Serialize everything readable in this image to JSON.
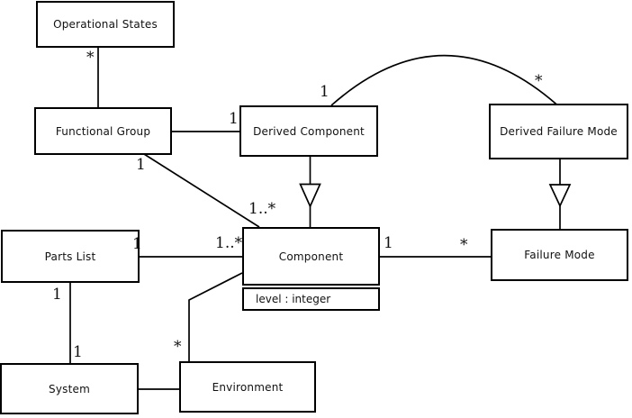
{
  "diagram": {
    "kind": "uml-class-diagram",
    "colors": {
      "background": "#ffffff",
      "line": "#000000",
      "box_fill": "#ffffff",
      "text": "#111111"
    },
    "classes": {
      "operational_states": {
        "name": "Operational States"
      },
      "functional_group": {
        "name": "Functional Group"
      },
      "derived_component": {
        "name": "Derived Component"
      },
      "derived_failure_mode": {
        "name": "Derived Failure Mode"
      },
      "parts_list": {
        "name": "Parts List"
      },
      "component": {
        "name": "Component",
        "attribute": "level : integer"
      },
      "failure_mode": {
        "name": "Failure Mode"
      },
      "system": {
        "name": "System"
      },
      "environment": {
        "name": "Environment"
      }
    },
    "multiplicities": {
      "operational_states_end": "*",
      "derived_component_left_end": "1",
      "arc_derived_component_end": "1",
      "arc_derived_failure_mode_end": "*",
      "functional_group_component_src": "1",
      "functional_group_component_dst": "1..*",
      "parts_list_right_end": "1",
      "parts_list_component_dst": "1..*",
      "component_failure_mode_src": "1",
      "component_failure_mode_dst": "*",
      "parts_list_bottom_end": "1",
      "system_top_end": "1",
      "environment_top_end": "*"
    }
  }
}
